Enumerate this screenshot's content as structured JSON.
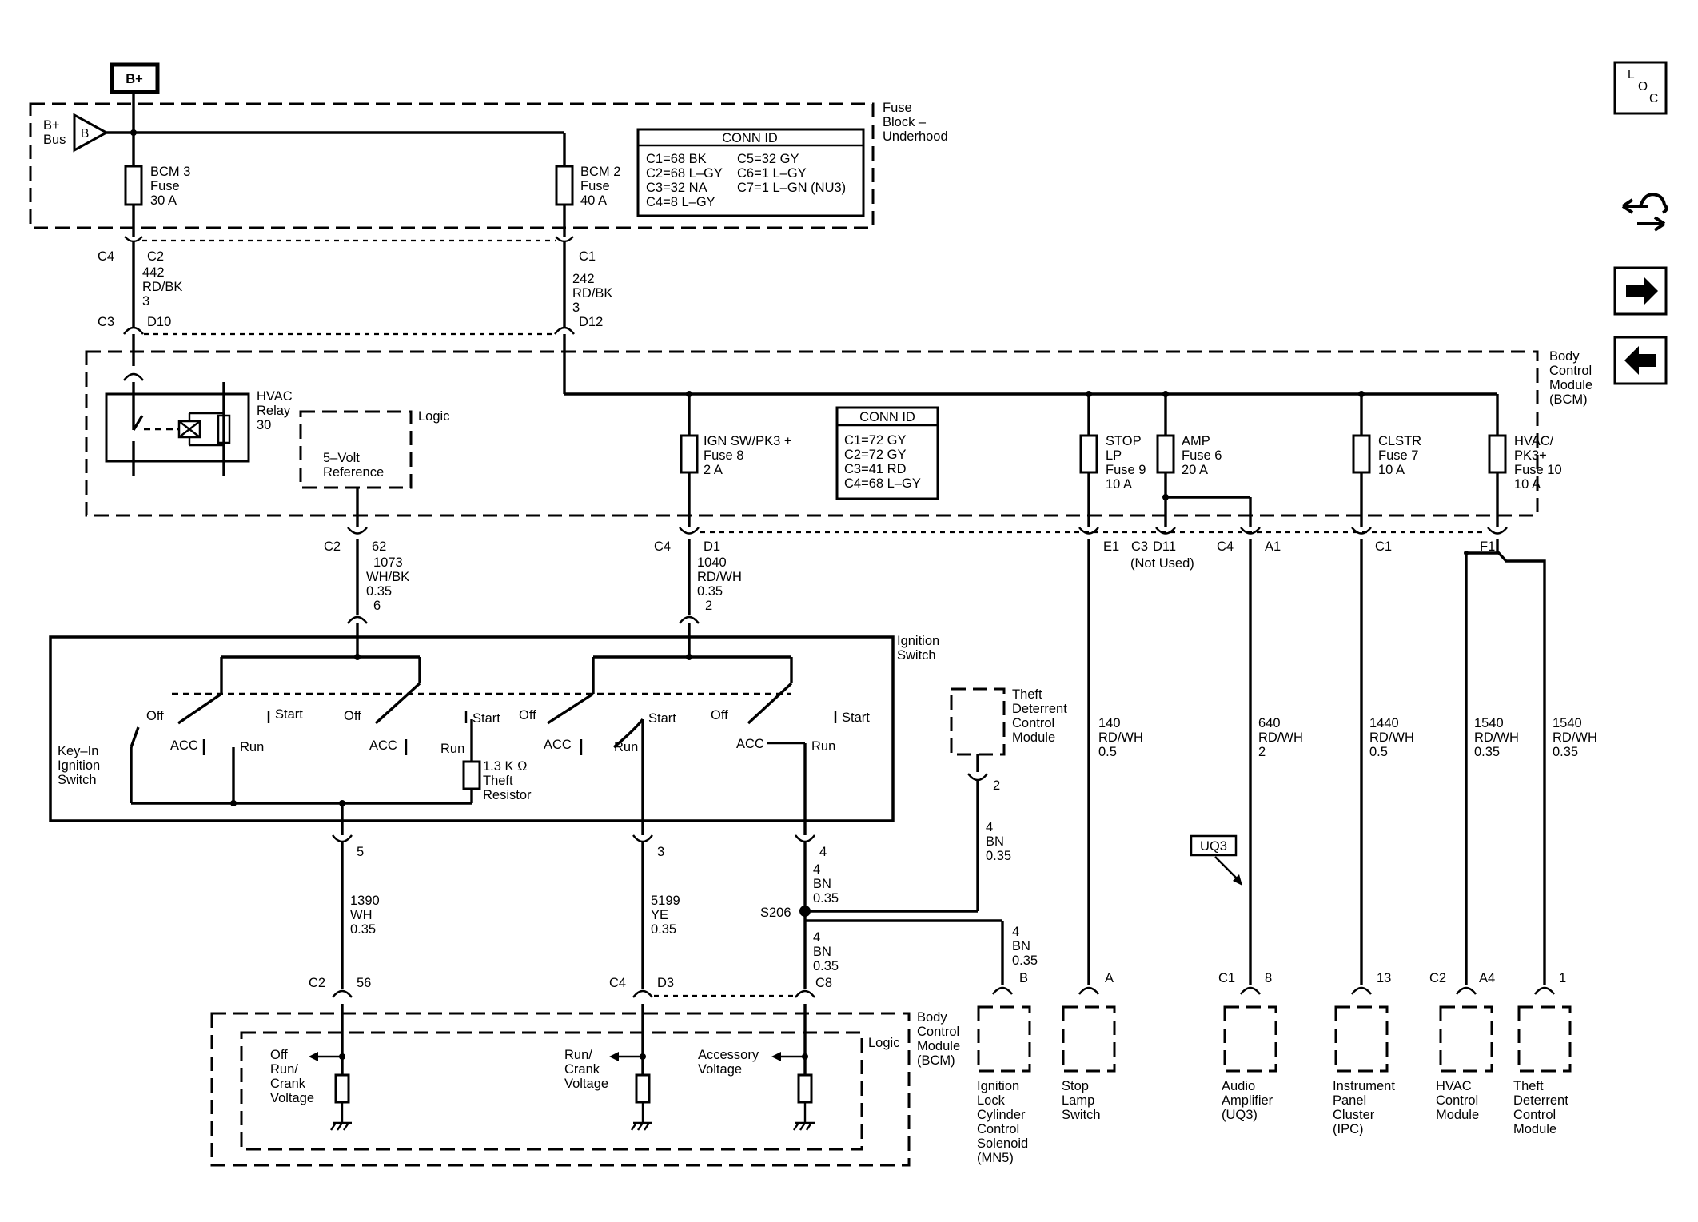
{
  "power": {
    "bplus": "B+",
    "bus_label": [
      "B+",
      "Bus"
    ],
    "bus_letter": "B"
  },
  "fuse_block": {
    "title": [
      "Fuse",
      "Block –",
      "Underhood"
    ],
    "fuses": [
      {
        "lines": [
          "BCM 3",
          "Fuse",
          "30 A"
        ]
      },
      {
        "lines": [
          "BCM 2",
          "Fuse",
          "40 A"
        ]
      }
    ],
    "conn_id": {
      "title": "CONN ID",
      "left": [
        "C1=68 BK",
        "C2=68 L–GY",
        "C3=32 NA",
        "C4=8 L–GY"
      ],
      "right": [
        "C5=32 GY",
        "C6=1 L–GY",
        "C7=1 L–GN (NU3)"
      ]
    }
  },
  "upper_wires": [
    {
      "top": [
        "C4",
        "C2"
      ],
      "spec": [
        "442",
        "RD/BK",
        "3"
      ],
      "bottom": [
        "C3",
        "D10"
      ]
    },
    {
      "top": [
        "",
        "C1"
      ],
      "spec": [
        "242",
        "RD/BK",
        "3"
      ],
      "bottom": [
        "",
        "D12"
      ]
    }
  ],
  "bcm_upper": {
    "title": [
      "Body",
      "Control",
      "Module",
      "(BCM)"
    ],
    "relay": [
      "HVAC",
      "Relay",
      "30"
    ],
    "logic": "Logic",
    "reference": [
      "5–Volt",
      "Reference"
    ],
    "fuses": [
      {
        "lines": [
          "IGN SW/PK3 +",
          "Fuse 8",
          "2 A"
        ]
      },
      {
        "lines": [
          "STOP",
          "LP",
          "Fuse 9",
          "10 A"
        ]
      },
      {
        "lines": [
          "AMP",
          "Fuse 6",
          "20 A"
        ]
      },
      {
        "lines": [
          "CLSTR",
          "Fuse 7",
          "10 A"
        ]
      },
      {
        "lines": [
          "HVAC/",
          "PK3+",
          "Fuse 10",
          "10 A"
        ]
      }
    ],
    "conn_id": {
      "title": "CONN ID",
      "rows": [
        "C1=72 GY",
        "C2=72 GY",
        "C3=41 RD",
        "C4=68 L–GY"
      ]
    }
  },
  "bcm_pins": {
    "ref": [
      "C2",
      "62"
    ],
    "ign": [
      "C4",
      "D1"
    ],
    "stop": "E1",
    "amp": [
      "C3",
      "D11"
    ],
    "not_used": "(Not Used)",
    "amp_out": [
      "C4",
      "A1"
    ],
    "clstr": "C1",
    "hvac": "F1"
  },
  "mid_wires": [
    {
      "spec": [
        "1073",
        "WH/BK",
        "0.35"
      ],
      "pin": "6"
    },
    {
      "spec": [
        "1040",
        "RD/WH",
        "0.35"
      ],
      "pin": "2"
    }
  ],
  "ignition_switch": {
    "title": [
      "Ignition",
      "Switch"
    ],
    "positions": [
      "Off",
      "ACC",
      "Run",
      "Start"
    ],
    "key_in": [
      "Key–In",
      "Ignition",
      "Switch"
    ],
    "resistor": [
      "1.3 K Ω",
      "Theft",
      "Resistor"
    ]
  },
  "theft_module_upper": {
    "lines": [
      "Theft",
      "Deterrent",
      "Control",
      "Module"
    ],
    "pin": "2",
    "wire": [
      "4",
      "BN",
      "0.35"
    ]
  },
  "lower_wires": [
    {
      "pin": "5",
      "spec": [
        "1390",
        "WH",
        "0.35"
      ],
      "bottom": [
        "C2",
        "56"
      ]
    },
    {
      "pin": "3",
      "spec": [
        "5199",
        "YE",
        "0.35"
      ],
      "bottom": [
        "C4",
        "D3"
      ]
    },
    {
      "pin": "4",
      "spec_top": [
        "4",
        "BN",
        "0.35"
      ],
      "splice": "S206",
      "spec": [
        "4",
        "BN",
        "0.35"
      ],
      "bottom": [
        "",
        "C8"
      ]
    }
  ],
  "splice_branch": {
    "spec": [
      "4",
      "BN",
      "0.35"
    ],
    "pin": "B"
  },
  "bcm_lower": {
    "title": [
      "Body",
      "Control",
      "Module",
      "(BCM)"
    ],
    "logic": "Logic",
    "inputs": [
      [
        "Off",
        "Run/",
        "Crank",
        "Voltage"
      ],
      [
        "Run/",
        "Crank",
        "Voltage"
      ],
      [
        "Accessory",
        "Voltage"
      ]
    ]
  },
  "right_wires": [
    {
      "spec": [
        "140",
        "RD/WH",
        "0.5"
      ]
    },
    {
      "spec": [
        "640",
        "RD/WH",
        "2"
      ]
    },
    {
      "spec": [
        "1440",
        "RD/WH",
        "0.5"
      ]
    },
    {
      "spec": [
        "1540",
        "RD/WH",
        "0.35"
      ]
    },
    {
      "spec": [
        "1540",
        "RD/WH",
        "0.35"
      ]
    }
  ],
  "option_tag": "UQ3",
  "loads": [
    {
      "pin": [
        "",
        "A"
      ],
      "lines": [
        "Stop",
        "Lamp",
        "Switch"
      ]
    },
    {
      "pin": [
        "C1",
        "8"
      ],
      "lines": [
        "Audio",
        "Amplifier",
        "(UQ3)"
      ]
    },
    {
      "pin": [
        "",
        "13"
      ],
      "lines": [
        "Instrument",
        "Panel",
        "Cluster",
        "(IPC)"
      ]
    },
    {
      "pin": [
        "C2",
        "A4"
      ],
      "lines": [
        "HVAC",
        "Control",
        "Module"
      ]
    },
    {
      "pin": [
        "",
        "1"
      ],
      "lines": [
        "Theft",
        "Deterrent",
        "Control",
        "Module"
      ]
    }
  ],
  "ignition_lock": [
    "Ignition",
    "Lock",
    "Cylinder",
    "Control",
    "Solenoid",
    "(MN5)"
  ],
  "nav": {
    "loc": [
      "L",
      "O",
      "C"
    ],
    "icons": [
      "component-locator-icon",
      "system-diagram-icon",
      "next-page-icon",
      "previous-page-icon"
    ]
  }
}
